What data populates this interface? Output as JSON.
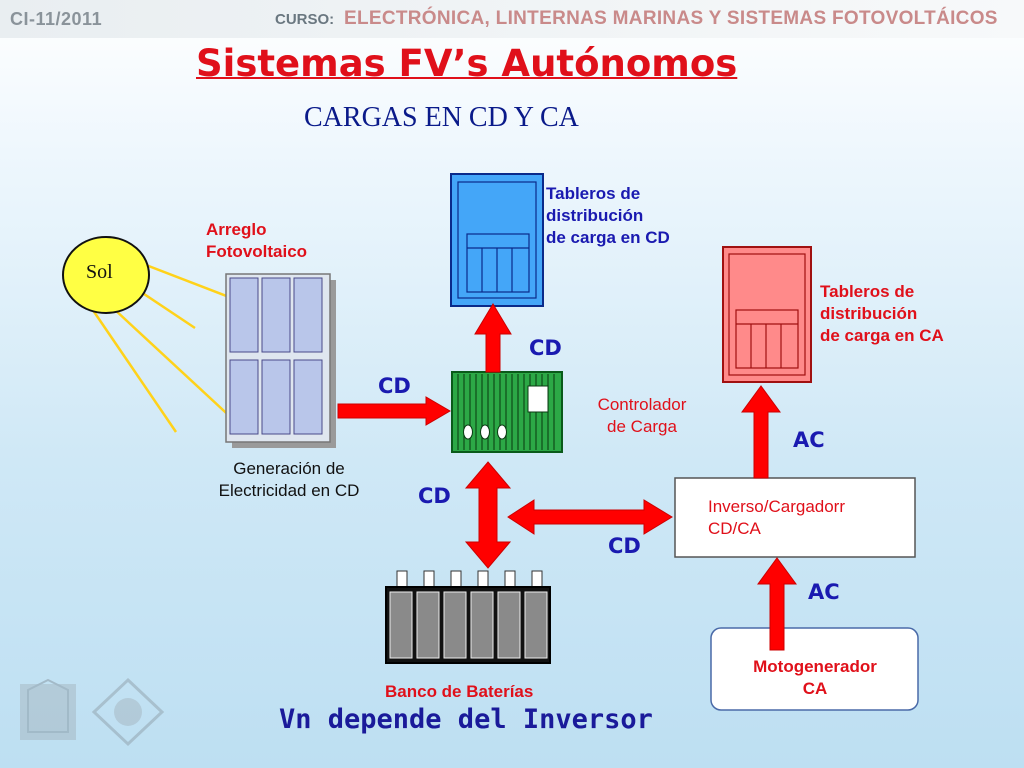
{
  "header": {
    "code": "CI-11/2011",
    "curso_label": "CURSO:",
    "course_name": "ELECTRÓNICA, LINTERNAS MARINAS  Y SISTEMAS FOTOVOLTÁICOS"
  },
  "title": "Sistemas FV’s Autónomos",
  "subtitle": "CARGAS EN CD Y CA",
  "nodes": {
    "sol": "Sol",
    "arreglo": [
      "Arreglo",
      "Fotovoltaico"
    ],
    "generacion": [
      "Generación de",
      "Electricidad en CD"
    ],
    "tablero_cd": [
      "Tableros de",
      "distribución",
      "de carga en CD"
    ],
    "tablero_ca": [
      "Tableros de",
      "distribución",
      "de carga en CA"
    ],
    "controlador": [
      "Controlador",
      "de Carga"
    ],
    "inversor": [
      "Inverso/Cargadorr",
      "CD/CA"
    ],
    "motogenerador": [
      "Motogenerador",
      "CA"
    ],
    "baterias": "Banco de Baterías"
  },
  "flows": {
    "pv_to_ctrl": "CD",
    "ctrl_to_board": "CD",
    "ctrl_to_batt": "CD",
    "batt_to_inv": "CD",
    "inv_to_board": "AC",
    "gen_to_inv": "AC"
  },
  "footer": "Vn depende del Inversor",
  "colors": {
    "red": "#e0101a",
    "blue": "#1a1ab0",
    "arrow": "#ff0000"
  }
}
